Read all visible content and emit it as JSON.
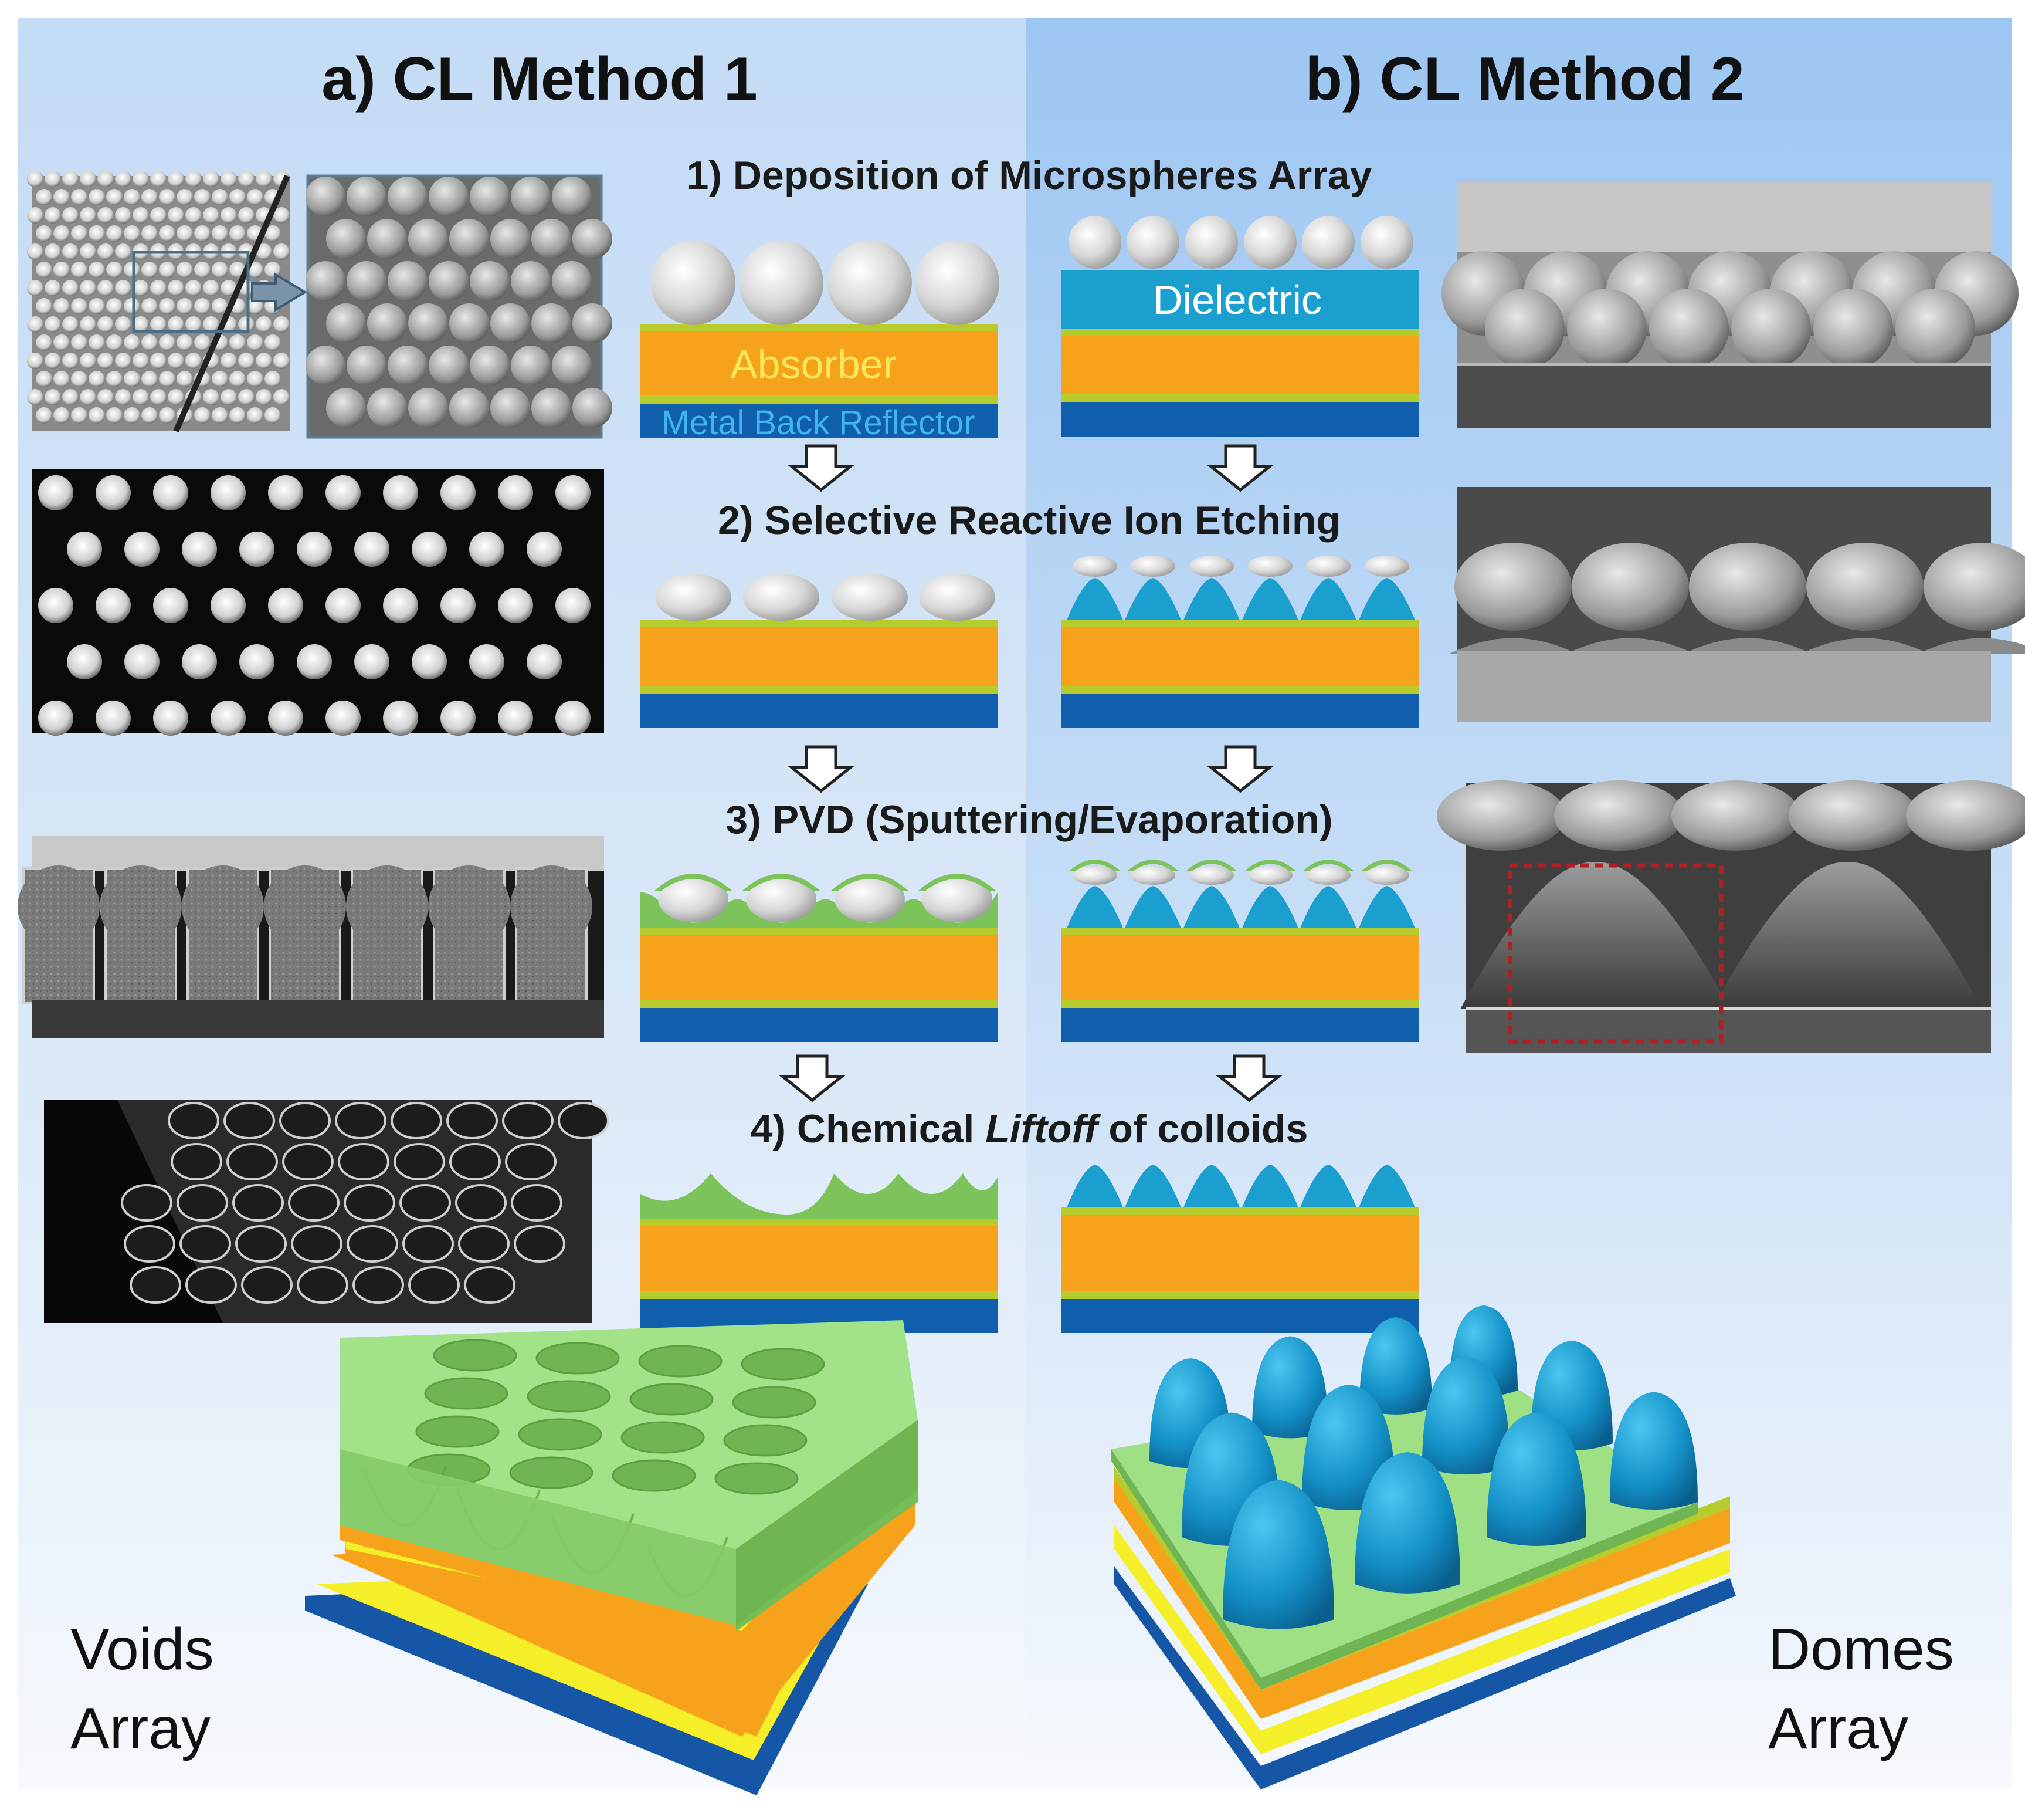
{
  "panels": {
    "left_title": "a) CL Method 1",
    "right_title": "b) CL Method 2"
  },
  "steps": {
    "s1": "1) Deposition of Microspheres Array",
    "s2": "2) Selective Reactive Ion Etching",
    "s3": "3) PVD (Sputtering/Evaporation)",
    "s4_prefix": "4) Chemical ",
    "s4_italic": "Liftoff",
    "s4_suffix": " of colloids"
  },
  "layer_labels": {
    "absorber": "Absorber",
    "reflector": "Metal Back Reflector",
    "dielectric": "Dielectric"
  },
  "results": {
    "left_line1": "Voids",
    "left_line2": "Array",
    "right_line1": "Domes",
    "right_line2": "Array"
  },
  "colors": {
    "background_left": "#cfe2f7",
    "background_right": "#a9cdf4",
    "absorber": "#f7a21b",
    "reflector": "#0f5fad",
    "thin_layer": "#b7cc2c",
    "green_film": "#7cc35a",
    "dielectric": "#1a9fcf",
    "label_absorber": "#f5e85a",
    "label_reflector": "#3fb4f0"
  }
}
